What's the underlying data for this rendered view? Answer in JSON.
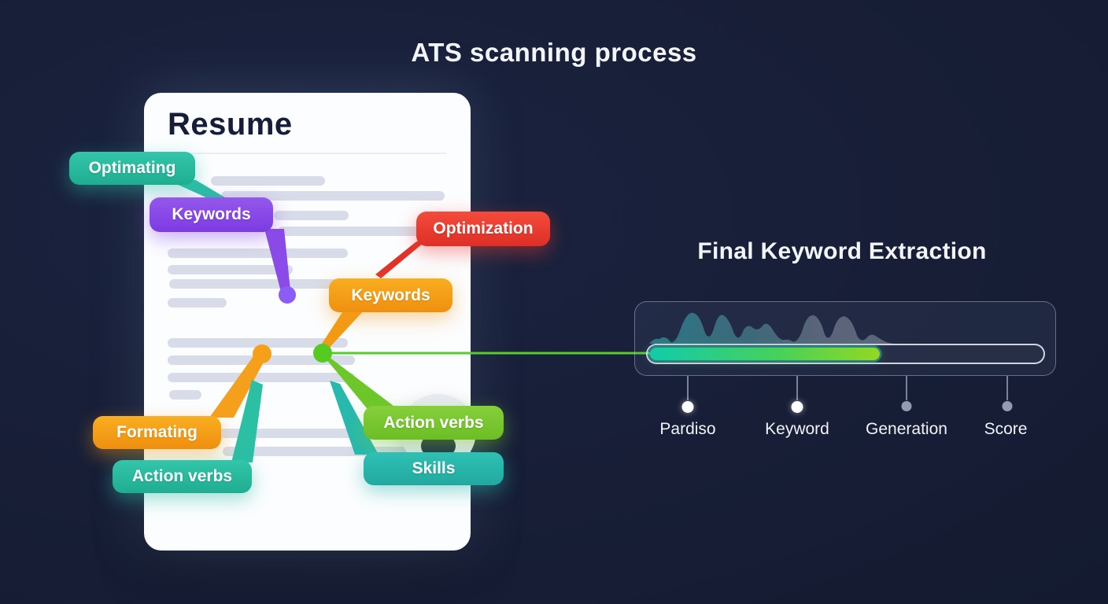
{
  "page": {
    "title": "ATS scanning process"
  },
  "resume_card": {
    "title": "Resume",
    "tags": [
      {
        "label": "Optimating",
        "color": "#2BBFA4"
      },
      {
        "label": "Keywords",
        "color": "#8A4BE8"
      },
      {
        "label": "Optimization",
        "color": "#ED3B33"
      },
      {
        "label": "Keywords",
        "color": "#F5A01C"
      },
      {
        "label": "Formating",
        "color": "#F5A01C"
      },
      {
        "label": "Action verbs",
        "color": "#2BBFA4"
      },
      {
        "label": "Action verbs",
        "color": "#7CC832"
      },
      {
        "label": "Skills",
        "color": "#28B9AE"
      }
    ],
    "avatar_dots": [
      {
        "name": "purple-dot",
        "color": "#8B5CF6"
      },
      {
        "name": "orange-dot",
        "color": "#F5A018"
      },
      {
        "name": "green-dot",
        "color": "#55CB21"
      }
    ]
  },
  "extraction": {
    "title": "Final Keyword Extraction",
    "progress_percent": 58,
    "progress_gradient": [
      "#12CBAA",
      "#93D822"
    ],
    "connector_color": "#55CE27",
    "milestones": [
      {
        "label": "Pardiso",
        "dot_color": "#FFFFFF"
      },
      {
        "label": "Keyword",
        "dot_color": "#FFFFFF"
      },
      {
        "label": "Generation",
        "dot_color": "#99A2BA"
      },
      {
        "label": "Score",
        "dot_color": "#8C95AD"
      }
    ]
  },
  "colors": {
    "background": "#171E36",
    "card": "#FCFDFF",
    "card_text": "#151D38",
    "text_line": "#D8DCE8",
    "title_text": "#F3F5F9"
  }
}
